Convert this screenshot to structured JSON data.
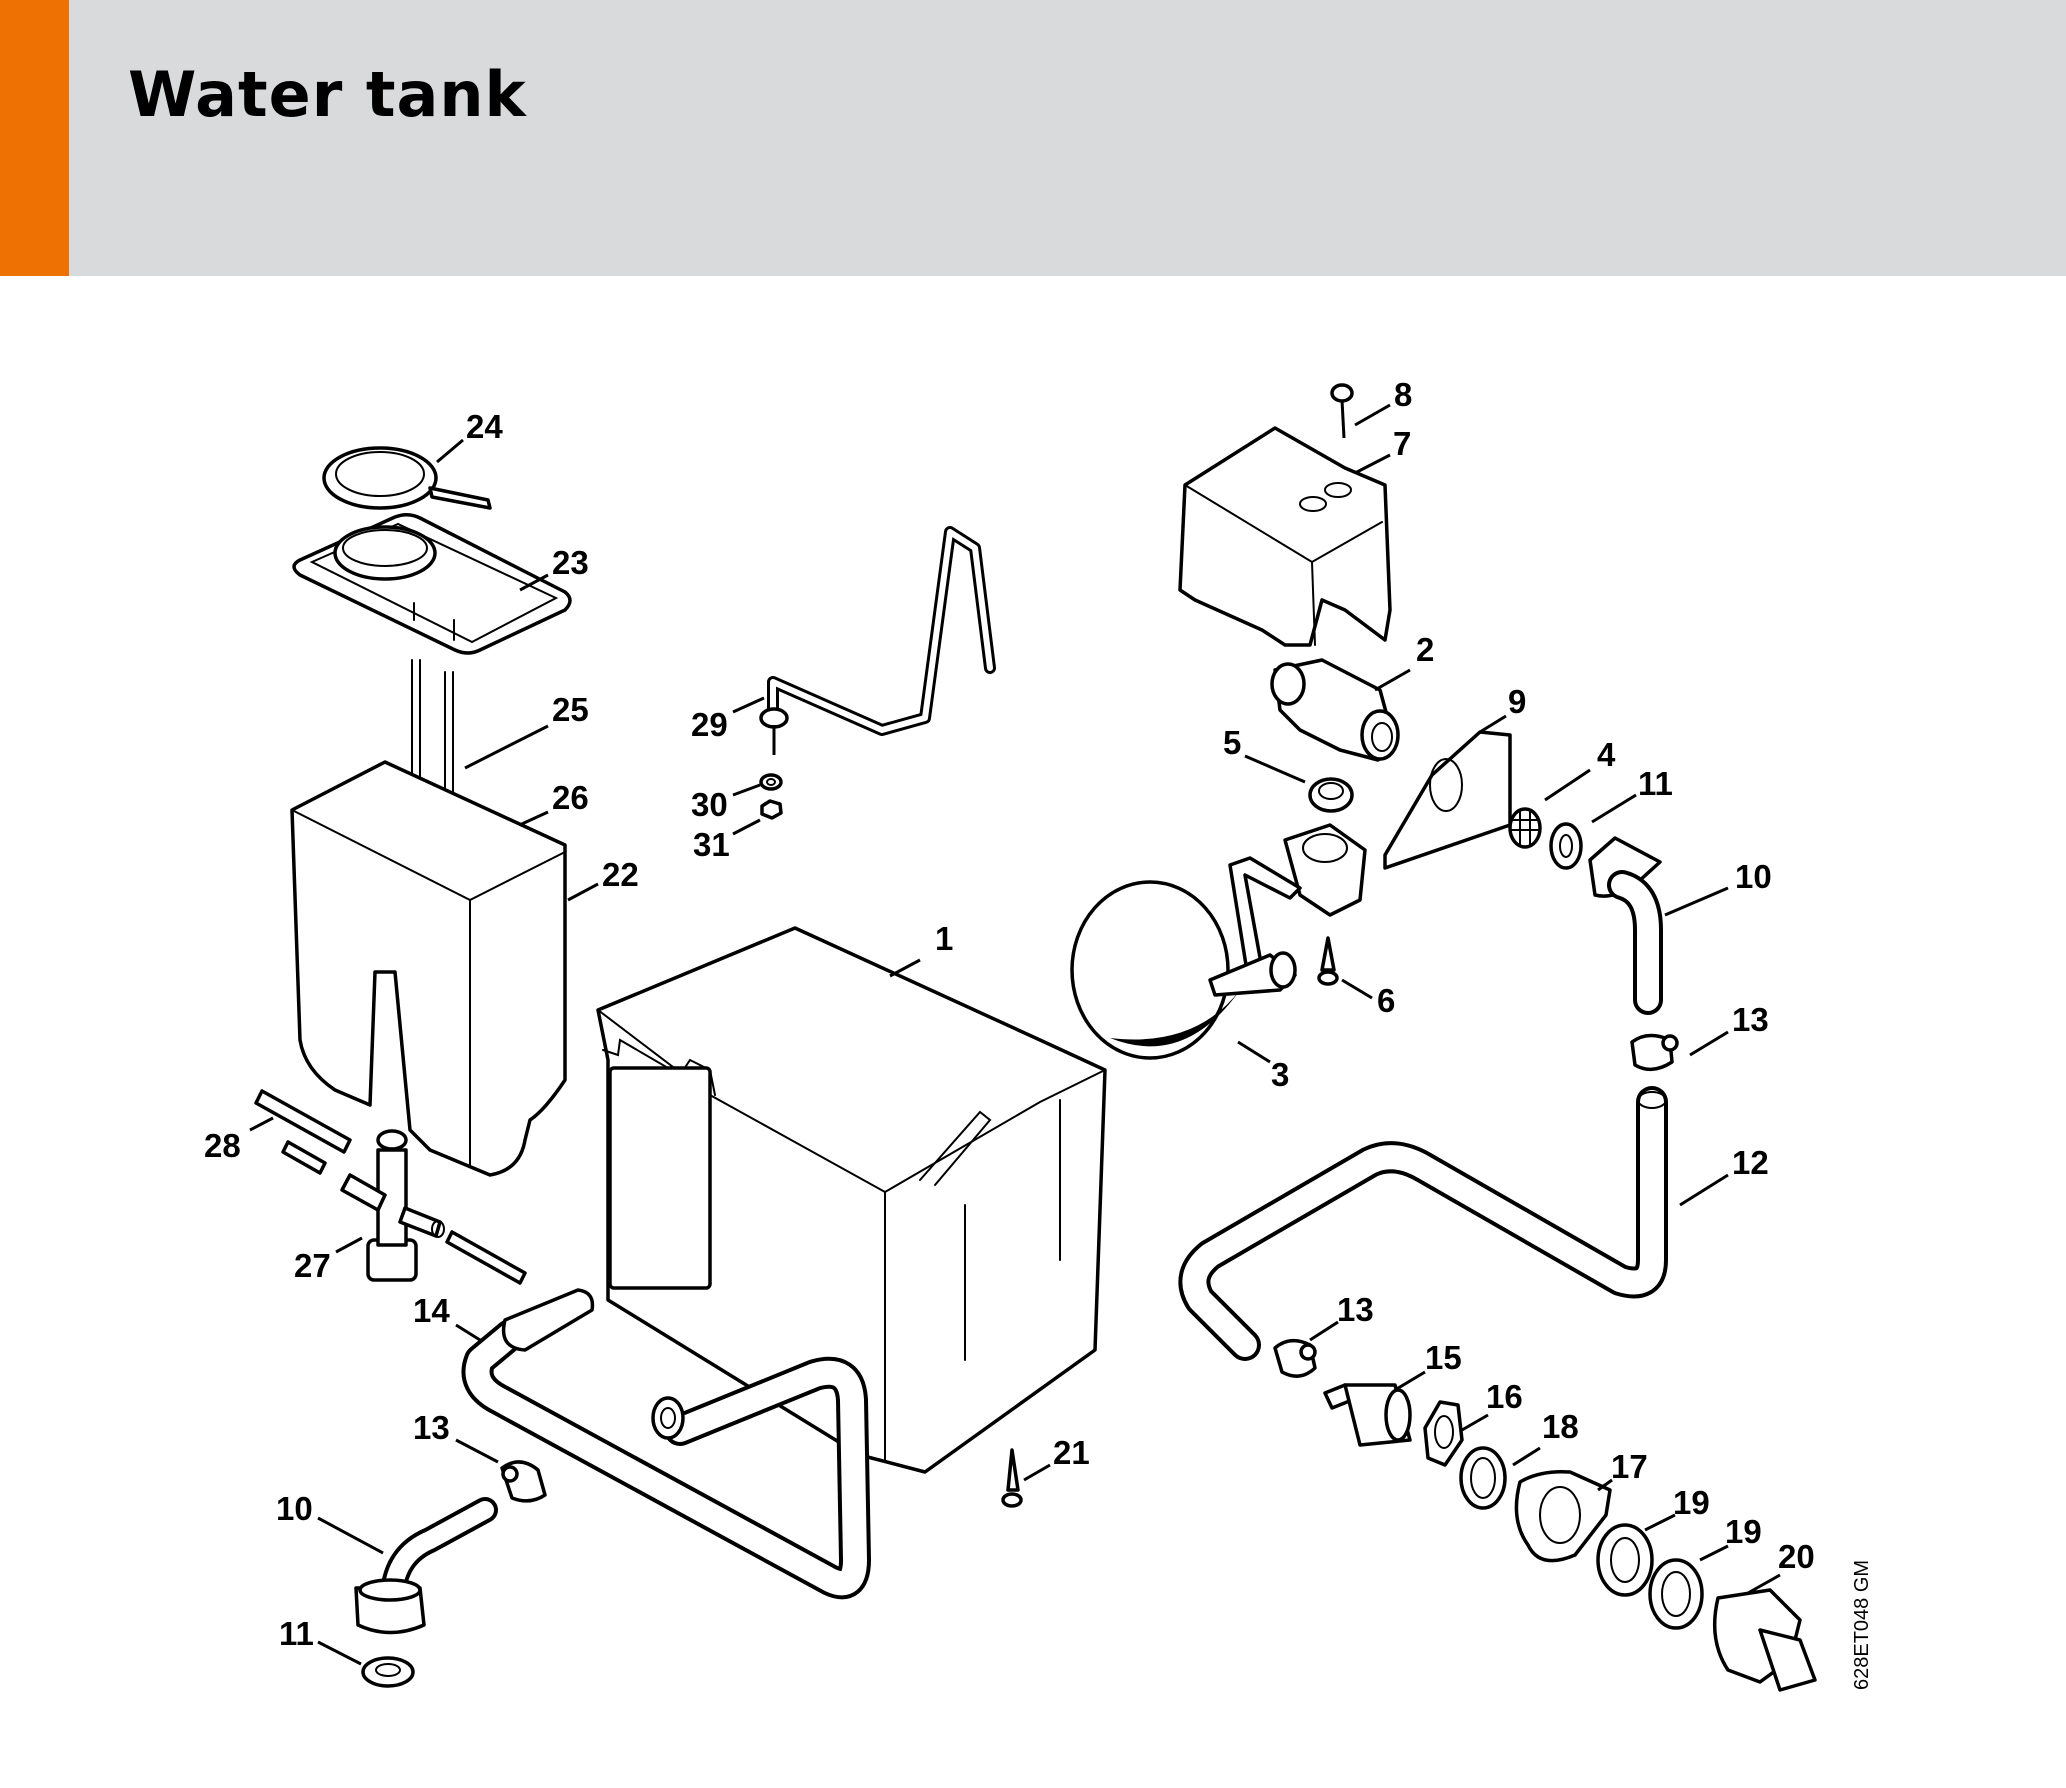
{
  "page": {
    "title": "Water tank",
    "accent_color": "#ee7203",
    "header_color": "#d9dadb"
  },
  "diagram": {
    "drawing_code": "628ET048 GM",
    "labels": {
      "p1": "1",
      "p2": "2",
      "p3": "3",
      "p4": "4",
      "p5": "5",
      "p6": "6",
      "p7": "7",
      "p8": "8",
      "p9": "9",
      "p10a": "10",
      "p10b": "10",
      "p11a": "11",
      "p11b": "11",
      "p12": "12",
      "p13a": "13",
      "p13b": "13",
      "p13c": "13",
      "p14": "14",
      "p15": "15",
      "p16": "16",
      "p17": "17",
      "p18": "18",
      "p19a": "19",
      "p19b": "19",
      "p20": "20",
      "p21": "21",
      "p22": "22",
      "p23": "23",
      "p24": "24",
      "p25": "25",
      "p26": "26",
      "p27": "27",
      "p28": "28",
      "p29": "29",
      "p30": "30",
      "p31": "31"
    }
  }
}
